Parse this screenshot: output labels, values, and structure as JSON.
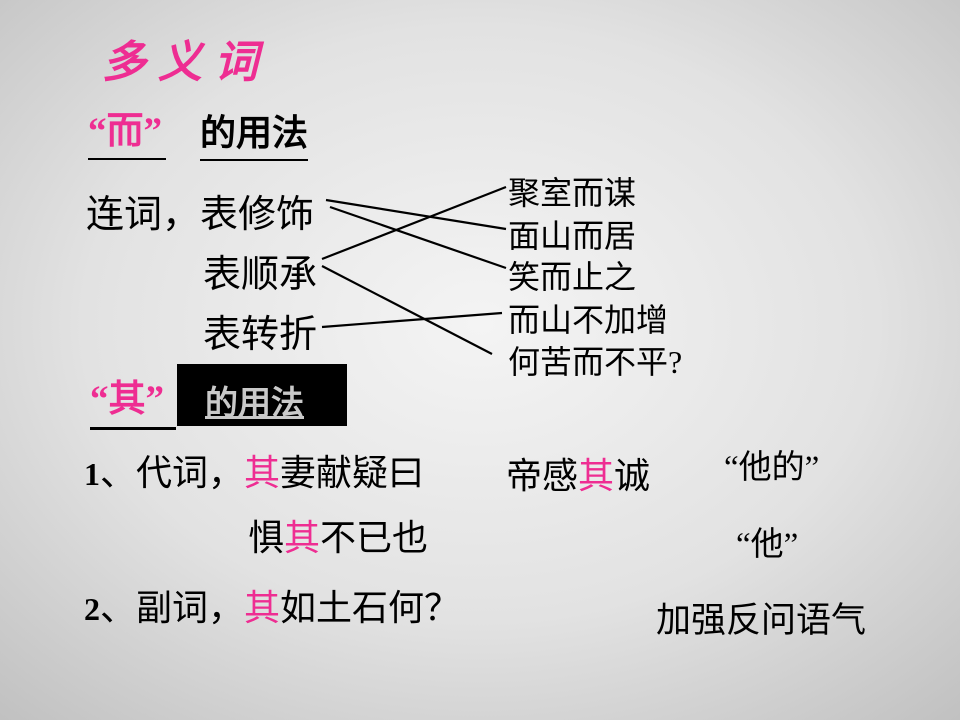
{
  "colors": {
    "accent_pink": "#ee2d92",
    "text_black": "#000000",
    "line_color": "#000000",
    "box_bg": "#000000",
    "box_text": "#c9c9c9"
  },
  "title": "多义词",
  "er_section": {
    "word": "“而”",
    "usage_label": "的用法",
    "left_items": [
      "连词，表修饰",
      "表顺承",
      "表转折"
    ],
    "right_items": [
      "聚室而谋",
      "面山而居",
      "笑而止之",
      "而山不加增",
      "何苦而不平?"
    ],
    "connections": [
      {
        "from": "表修饰",
        "to": "面山而居"
      },
      {
        "from": "表修饰",
        "to": "笑而止之"
      },
      {
        "from": "表顺承",
        "to": "聚室而谋"
      },
      {
        "from": "表顺承",
        "to": "何苦而不平?"
      },
      {
        "from": "表转折",
        "to": "而山不加增"
      }
    ]
  },
  "qi_section": {
    "word": "“其”",
    "usage_label": "的用法",
    "rows": [
      {
        "num": "1",
        "pre": "、代词，",
        "qi": "其",
        "post": "妻献疑曰",
        "example_pre": "帝感",
        "example_qi": "其",
        "example_post": "诚",
        "meaning": "“他的”"
      },
      {
        "pre": "惧",
        "qi": "其",
        "post": "不已也",
        "meaning": "“他”"
      },
      {
        "num": "2",
        "pre": "、副词，",
        "qi": "其",
        "post": "如土石何？",
        "meaning": "加强反问语气"
      }
    ]
  }
}
